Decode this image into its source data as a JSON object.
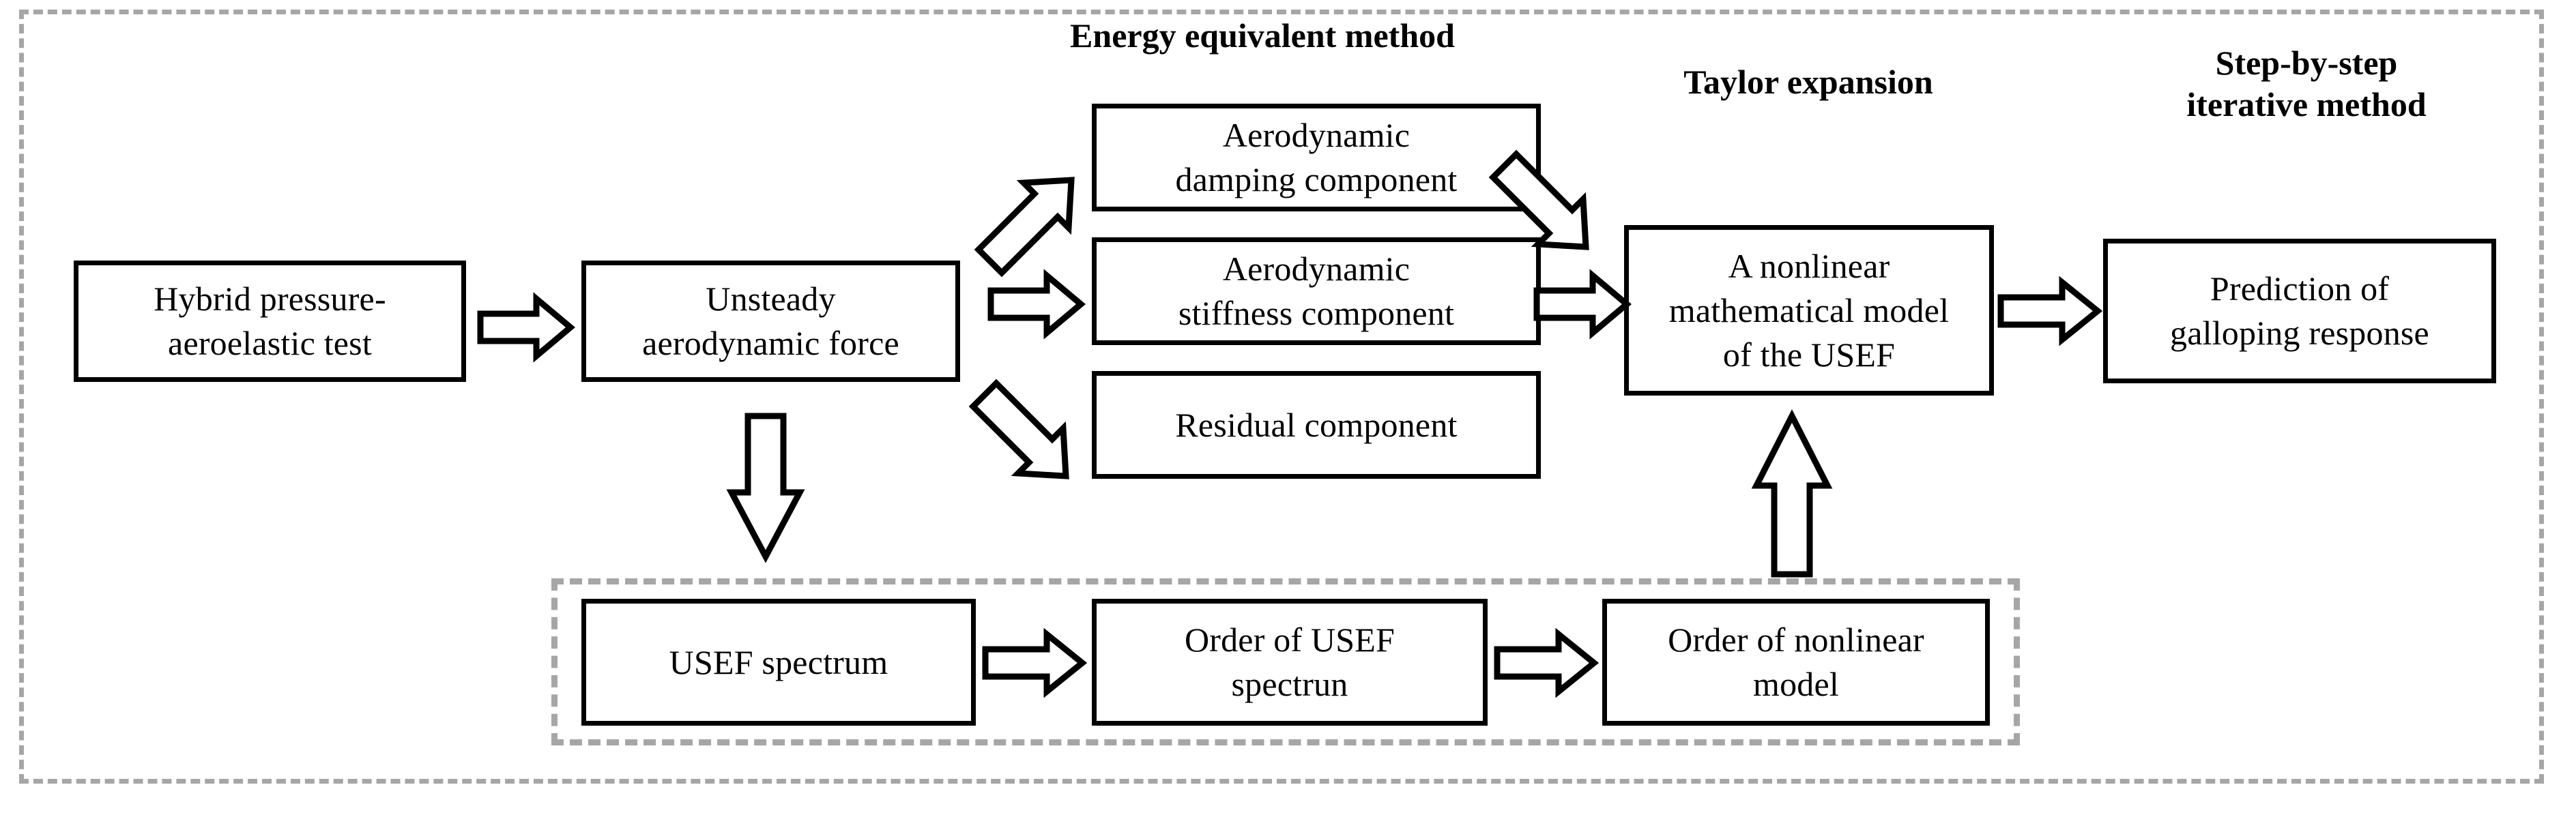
{
  "diagram": {
    "title_present": false,
    "colors": {
      "stroke": "#000000",
      "dashed_border": "#a6a6a6",
      "background": "#ffffff"
    },
    "headings": [
      {
        "id": "energy-equivalent-method",
        "text": "Energy equivalent method"
      },
      {
        "id": "taylor-expansion",
        "text": "Taylor expansion"
      },
      {
        "id": "step-by-step-iterative-method",
        "text": "Step-by-step\niterative method"
      }
    ],
    "nodes": [
      {
        "id": "hybrid-pressure-aeroelastic-test",
        "text": "Hybrid pressure-\naeroelastic test"
      },
      {
        "id": "unsteady-aerodynamic-force",
        "text": "Unsteady\naerodynamic force"
      },
      {
        "id": "aerodynamic-damping-component",
        "text": "Aerodynamic\ndamping component"
      },
      {
        "id": "aerodynamic-stiffness-component",
        "text": "Aerodynamic\nstiffness component"
      },
      {
        "id": "residual-component",
        "text": "Residual component"
      },
      {
        "id": "nonlinear-mathematical-model-usef",
        "text": "A nonlinear\nmathematical model\nof the USEF"
      },
      {
        "id": "prediction-of-galloping-response",
        "text": "Prediction of\ngalloping response"
      },
      {
        "id": "usef-spectrum",
        "text": "USEF spectrum"
      },
      {
        "id": "order-of-usef-spectrum",
        "text": "Order of USEF\nspectrun"
      },
      {
        "id": "order-of-nonlinear-model",
        "text": "Order of nonlinear\nmodel"
      }
    ],
    "connectors": [
      {
        "id": "test-to-force",
        "shape": "block-arrow-right"
      },
      {
        "id": "force-to-damping",
        "shape": "block-arrow-up-right"
      },
      {
        "id": "force-to-stiffness",
        "shape": "block-arrow-right"
      },
      {
        "id": "force-to-residual",
        "shape": "block-arrow-down-right"
      },
      {
        "id": "force-to-usef-spectrum",
        "shape": "block-arrow-down"
      },
      {
        "id": "damping-to-model",
        "shape": "block-arrow-down-right"
      },
      {
        "id": "stiffness-to-model",
        "shape": "block-arrow-right"
      },
      {
        "id": "model-to-prediction",
        "shape": "block-arrow-right"
      },
      {
        "id": "order-model-to-model",
        "shape": "block-arrow-up"
      },
      {
        "id": "usef-spectrum-to-order",
        "shape": "block-arrow-right"
      },
      {
        "id": "order-spectrum-to-order-model",
        "shape": "block-arrow-right"
      }
    ]
  }
}
